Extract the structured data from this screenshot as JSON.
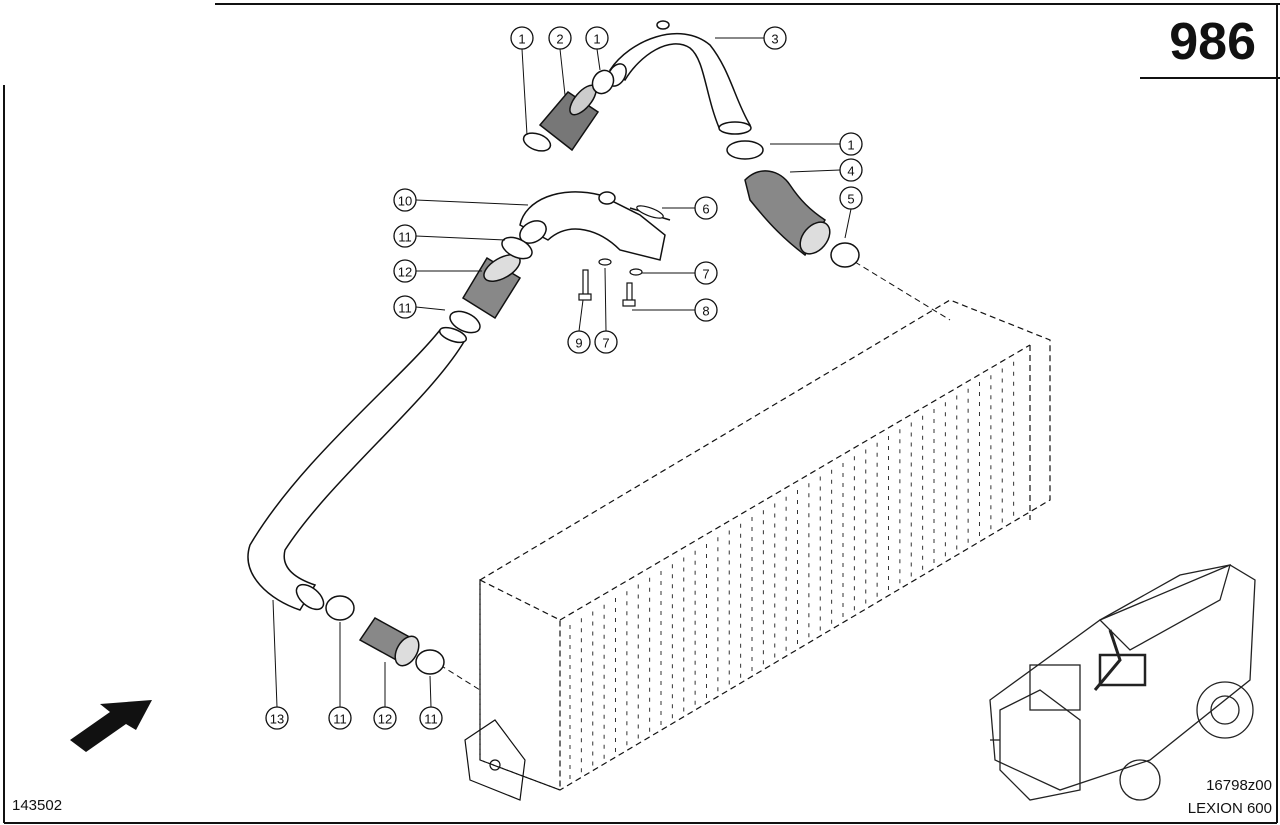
{
  "header": {
    "page_number": "986"
  },
  "footer": {
    "drawing_number": "143502",
    "illustration_code": "16798z00",
    "model": "LEXION 600"
  },
  "callouts": [
    "1",
    "2",
    "1",
    "3",
    "1",
    "4",
    "5",
    "10",
    "6",
    "11",
    "7",
    "12",
    "11",
    "8",
    "9",
    "7",
    "13",
    "11",
    "12",
    "11"
  ]
}
